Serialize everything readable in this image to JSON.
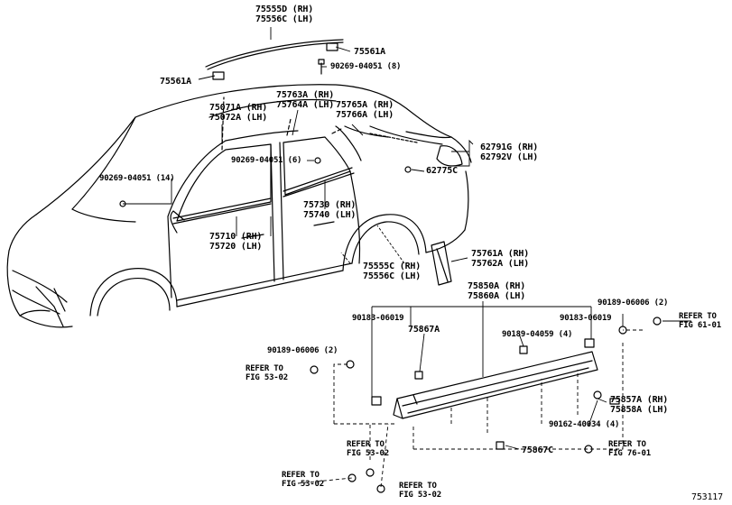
{
  "figure_id": "753117",
  "labels": {
    "top_rh": "75555D (RH)",
    "top_lh": "75556C (LH)",
    "l75561a_r": "75561A",
    "l75561a_l": "75561A",
    "clip_top": "90269-04051 (8)",
    "l75071": "75071A (RH)",
    "l75072": "75072A (LH)",
    "l75763": "75763A (RH)",
    "l75764": "75764A (LH)",
    "l75765": "75765A (RH)",
    "l75766": "75766A (LH)",
    "l62791": "62791G (RH)",
    "l62792": "62792V (LH)",
    "l62775": "62775C",
    "clip_mid": "90269-04051 (6)",
    "clip_left": "90269-04051 (14)",
    "l75730": "75730 (RH)",
    "l75740": "75740 (LH)",
    "l75710": "75710 (RH)",
    "l75720": "75720 (LH)",
    "l75761": "75761A (RH)",
    "l75762": "75762A (LH)",
    "l75555c": "75555C (RH)",
    "l75556c": "75556C (LH)",
    "l75850": "75850A (RH)",
    "l75860": "75860A (LH)",
    "b90183_l": "90183-06019",
    "b90183_r": "90183-06019",
    "l75867a": "75867A",
    "b90189_04059": "90189-04059 (4)",
    "b90189_06006_r": "90189-06006 (2)",
    "b90189_06006_l": "90189-06006 (2)",
    "l75857": "75857A (RH)",
    "l75858": "75858A (LH)",
    "b90162": "90162-40034 (4)",
    "l75867c": "75867C"
  },
  "refs": {
    "fig6101": [
      "REFER TO",
      "FIG 61-01"
    ],
    "fig5302_a": [
      "REFER TO",
      "FIG 53-02"
    ],
    "fig5302_b": [
      "REFER TO",
      "FIG 53-02"
    ],
    "fig5302_c": [
      "REFER TO",
      "FIG 53-02"
    ],
    "fig5302_d": [
      "REFER TO",
      "FIG 53-02"
    ],
    "fig7601": [
      "REFER TO",
      "FIG 76-01"
    ]
  }
}
